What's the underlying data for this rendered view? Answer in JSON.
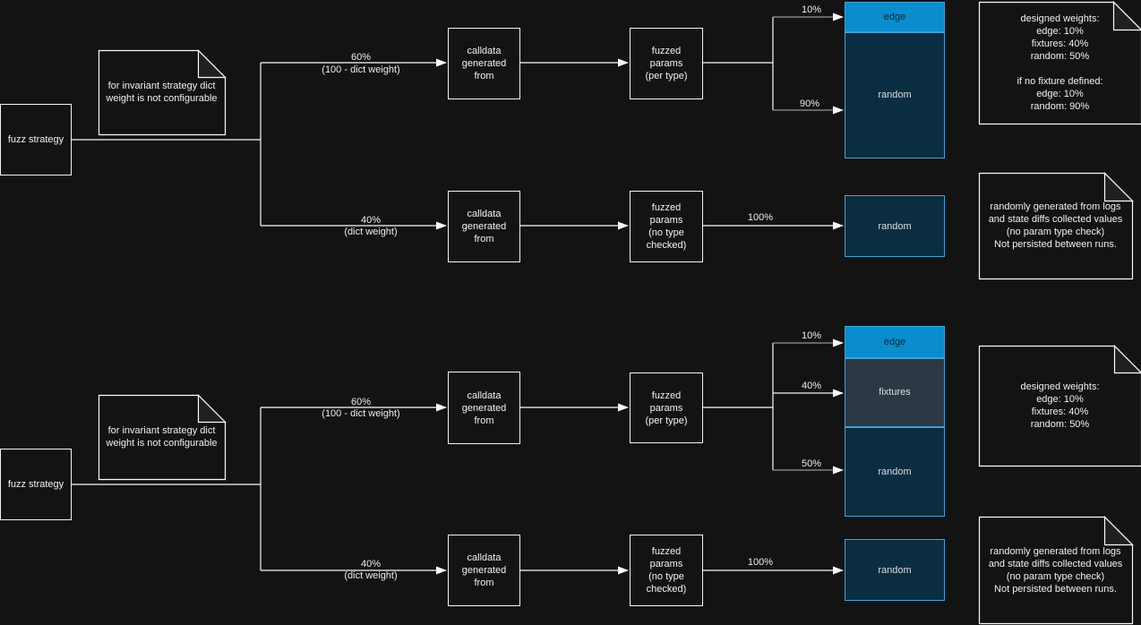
{
  "colors": {
    "background": "#131313",
    "edge_fill": "#0a8ccd",
    "fixtures_fill": "#2d3845",
    "random_fill": "#0a2d42",
    "stack_border": "#42a2d8",
    "line_white": "#fafafa",
    "line_gray": "#969696"
  },
  "top": {
    "strategy": "fuzz strategy",
    "note": "for invariant strategy dict\nweight is not configurable",
    "main": {
      "pct": "60%",
      "formula": "(100 - dict weight)",
      "calldata": "calldata\ngenerated\nfrom",
      "params": "fuzzed\nparams\n(per type)",
      "split": [
        {
          "pct": "10%",
          "target": "edge"
        },
        {
          "pct": "90%",
          "target": "random"
        }
      ]
    },
    "dict": {
      "pct": "40%",
      "formula": "(dict weight)",
      "calldata": "calldata\ngenerated\nfrom",
      "params": "fuzzed\nparams\n(no type\nchecked)",
      "pct_full": "100%",
      "target": "random"
    },
    "weights_note": "designed weights:\nedge: 10%\nfixtures: 40%\nrandom: 50%\n\nif no fixture defined:\nedge: 10%\nrandom: 90%",
    "collect_note": "randomly generated from logs\nand state diffs collected values\n(no param type check)\nNot persisted between runs."
  },
  "bottom": {
    "strategy": "fuzz strategy",
    "note": "for invariant strategy dict\nweight is not configurable",
    "main": {
      "pct": "60%",
      "formula": "(100 - dict weight)",
      "calldata": "calldata\ngenerated\nfrom",
      "params": "fuzzed\nparams\n(per type)",
      "split": [
        {
          "pct": "10%",
          "target": "edge"
        },
        {
          "pct": "40%",
          "target": "fixtures"
        },
        {
          "pct": "50%",
          "target": "random"
        }
      ]
    },
    "dict": {
      "pct": "40%",
      "formula": "(dict weight)",
      "calldata": "calldata\ngenerated\nfrom",
      "params": "fuzzed\nparams\n(no type\nchecked)",
      "pct_full": "100%",
      "target": "random"
    },
    "weights_note": "designed weights:\nedge: 10%\nfixtures: 40%\nrandom: 50%",
    "collect_note": "randomly generated from logs\nand state diffs collected values\n(no param type check)\nNot persisted between runs."
  }
}
